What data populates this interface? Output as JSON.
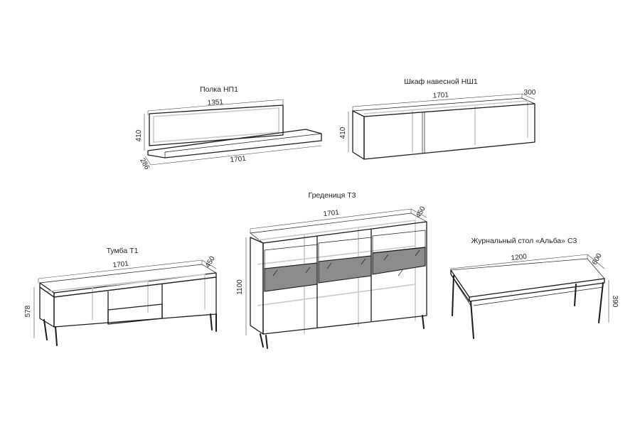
{
  "colors": {
    "line": "#1a1a1a",
    "ghost": "#c8c8c8",
    "glass": "#8c8c8c",
    "background": "#ffffff"
  },
  "items": {
    "shelf": {
      "title": "Полка НП1",
      "dim_top": "1351",
      "dim_bottom": "1701",
      "dim_height": "410",
      "dim_depth": "286"
    },
    "wall_cabinet": {
      "title": "Шкаф навесной НШ1",
      "dim_width": "1701",
      "dim_depth": "300",
      "dim_height": "410"
    },
    "cabinet": {
      "title": "Тумба Т1",
      "dim_width": "1701",
      "dim_depth": "450",
      "dim_height": "578"
    },
    "sideboard": {
      "title": "Гредениця Т3",
      "dim_width": "1701",
      "dim_depth": "450",
      "dim_height": "1100"
    },
    "coffee_table": {
      "title": "Журнальный стол «Альба» С3",
      "dim_width": "1200",
      "dim_depth": "600",
      "dim_height": "390"
    }
  }
}
